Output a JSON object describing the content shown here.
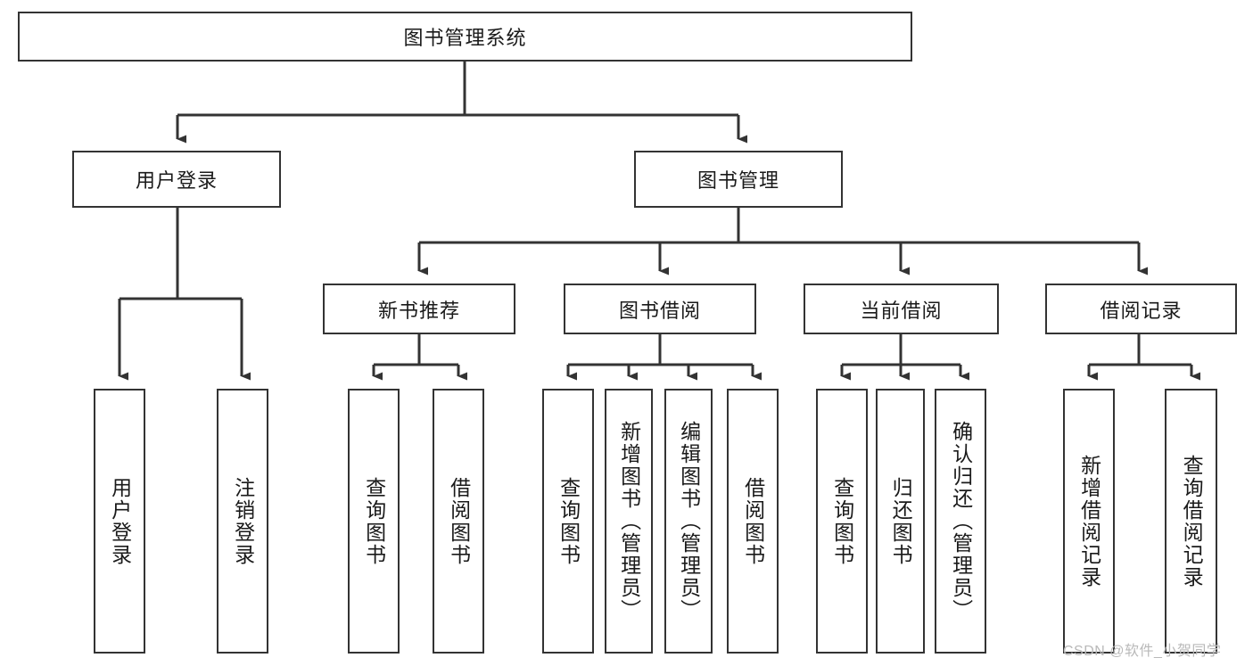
{
  "diagram": {
    "title_label": "图书管理系统",
    "watermark": "CSDN @软件_小贺同学",
    "colors": {
      "stroke": "#333333",
      "fill": "#ffffff",
      "text": "#1a1a1a",
      "watermark": "#b9b9b9"
    },
    "nodes": {
      "root": "图书管理系统",
      "user_login": "用户登录",
      "book_manage": "图书管理",
      "new_book_rec": "新书推荐",
      "book_borrow": "图书借阅",
      "current_borrow": "当前借阅",
      "borrow_record": "借阅记录",
      "leaf_user_login": "用户登录",
      "leaf_user_logout": "注销登录",
      "leaf_query_book_a": "查询图书",
      "leaf_borrow_book_a": "借阅图书",
      "leaf_query_book_b": "查询图书",
      "leaf_add_book_admin": "新增图书（管理员）",
      "leaf_edit_book_admin": "编辑图书（管理员）",
      "leaf_borrow_book_b": "借阅图书",
      "leaf_query_book_c": "查询图书",
      "leaf_return_book": "归还图书",
      "leaf_confirm_return_admin": "确认归还（管理员）",
      "leaf_add_record": "新增借阅记录",
      "leaf_query_record": "查询借阅记录"
    }
  }
}
